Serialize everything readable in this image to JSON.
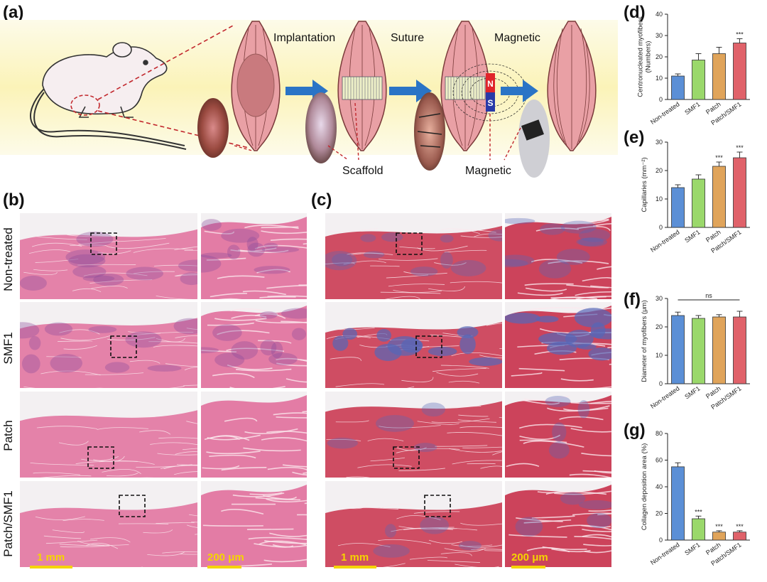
{
  "panels": {
    "a": "(a)",
    "b": "(b)",
    "c": "(c)",
    "d": "(d)",
    "e": "(e)",
    "f": "(f)",
    "g": "(g)"
  },
  "schematic": {
    "steps": [
      "Implantation",
      "Suture",
      "Magnetic"
    ],
    "scaffold_label": "Scaffold",
    "magnetic_label": "Magnetic",
    "magnet_n": "N",
    "magnet_s": "S",
    "colors": {
      "background": "#fbf6c9",
      "muscle": "#e79aa0",
      "arrow": "#2a74c6",
      "dash": "#c2272d"
    }
  },
  "histology": {
    "row_labels": [
      "Non-treated",
      "SMF1",
      "Patch",
      "Patch/SMF1"
    ],
    "scale_low": "1 mm",
    "scale_high": "200 μm",
    "colors": {
      "he": "#e16f9c",
      "masson": "#c8304a",
      "collagen": "#5566b8"
    }
  },
  "chart_data": [
    {
      "type": "bar",
      "panel": "d",
      "categories": [
        "Non-treated",
        "SMF1",
        "Patch",
        "Patch/SMF1"
      ],
      "values": [
        11,
        18.5,
        21.5,
        26.5
      ],
      "errors": [
        1,
        3,
        3,
        2
      ],
      "significance": [
        "",
        "",
        "",
        "***"
      ],
      "ylabel": "Centronucleated myofibers (Numbers)",
      "ylabel_lines": [
        "Centronucleated myofibers",
        "(Numbers)"
      ],
      "ylim": [
        0,
        40
      ],
      "yticks": [
        0,
        10,
        20,
        30,
        40
      ],
      "colors": [
        "#5b8fd6",
        "#9ad86b",
        "#e0a45a",
        "#e0626a"
      ]
    },
    {
      "type": "bar",
      "panel": "e",
      "categories": [
        "Non-treated",
        "SMF1",
        "Patch",
        "Patch/SMF1"
      ],
      "values": [
        14,
        17,
        21.5,
        24.5
      ],
      "errors": [
        1,
        1.5,
        1.5,
        2
      ],
      "significance": [
        "",
        "",
        "***",
        "***"
      ],
      "ylabel": "Capillaries (mm⁻²)",
      "ylabel_lines": [
        "Capillaries (mm⁻²)"
      ],
      "ylim": [
        0,
        30
      ],
      "yticks": [
        0,
        10,
        20,
        30
      ],
      "colors": [
        "#5b8fd6",
        "#9ad86b",
        "#e0a45a",
        "#e0626a"
      ]
    },
    {
      "type": "bar",
      "panel": "f",
      "categories": [
        "Non-treated",
        "SMF1",
        "Patch",
        "Patch/SMF1"
      ],
      "values": [
        24,
        23,
        23.5,
        23.5
      ],
      "errors": [
        1.2,
        1,
        0.8,
        2
      ],
      "significance": [
        "",
        "",
        "",
        ""
      ],
      "bracket_label": "ns",
      "ylabel": "Diameter of myofibers (μm)",
      "ylabel_lines": [
        "Diameter of myofibers (μm)"
      ],
      "ylim": [
        0,
        30
      ],
      "yticks": [
        0,
        10,
        20,
        30
      ],
      "colors": [
        "#5b8fd6",
        "#9ad86b",
        "#e0a45a",
        "#e0626a"
      ]
    },
    {
      "type": "bar",
      "panel": "g",
      "categories": [
        "Non-treated",
        "SMF1",
        "Patch",
        "Patch/SMF1"
      ],
      "values": [
        55,
        16,
        6,
        6
      ],
      "errors": [
        3,
        2,
        1,
        1
      ],
      "significance": [
        "",
        "***",
        "***",
        "***"
      ],
      "ylabel": "Collagen deposition area (%)",
      "ylabel_lines": [
        "Collagen deposition area (%)"
      ],
      "ylim": [
        0,
        80
      ],
      "yticks": [
        0,
        20,
        40,
        60,
        80
      ],
      "colors": [
        "#5b8fd6",
        "#9ad86b",
        "#e0a45a",
        "#e0626a"
      ]
    }
  ]
}
